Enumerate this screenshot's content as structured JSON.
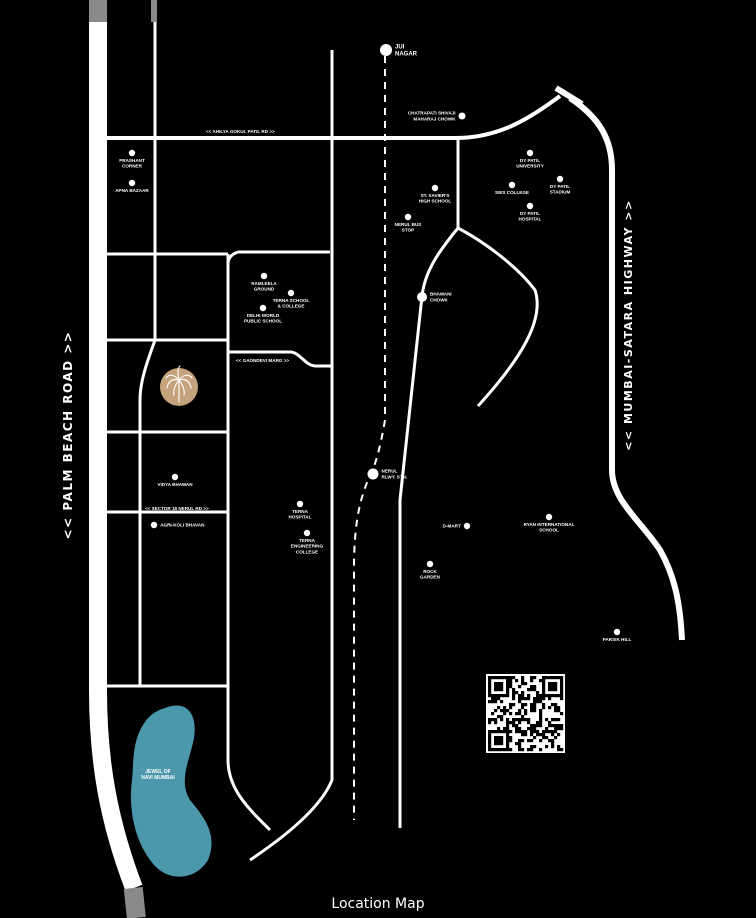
{
  "caption": "Location Map",
  "colors": {
    "background": "#000000",
    "road": "#ffffff",
    "lake": "#4b97ab",
    "marker": "#c4a27c"
  },
  "highways": {
    "left": "<< PALM BEACH ROAD >>",
    "right": "<< MUMBAI-SATARA HIGHWAY >>"
  },
  "road_labels": {
    "ahilya": "<< AHILYA GOKUL PATIL RD >>",
    "sector18": "<< SECTOR 18 NERUL RD >>",
    "gaondevi": "<< GAONDEVI MARG >>"
  },
  "lake": {
    "line1": "JEWEL OF",
    "line2": "NAVI MUMBAI"
  },
  "pois": {
    "jui_nagar": [
      "JUI",
      "NAGAR"
    ],
    "chatrapati": [
      "CHATRAPATI SHIVAJI",
      "MAHARAJ CHOWK"
    ],
    "prashant": [
      "PRASHANT",
      "CORNER"
    ],
    "apna": [
      "APNA BAZAAR"
    ],
    "dypu": [
      "DY PATIL",
      "UNIVERSITY"
    ],
    "sies": [
      "SIES COLLEGE"
    ],
    "dyps": [
      "DY PATIL",
      "STADIUM"
    ],
    "dyph": [
      "DY PATIL",
      "HOSPITAL"
    ],
    "xavier": [
      "ST. XAVIER'S",
      "HIGH SCHOOL"
    ],
    "nerul_bus": [
      "NERUL BUS",
      "STOP"
    ],
    "ramleela": [
      "RAMLEELA",
      "GROUND"
    ],
    "terna_school": [
      "TERNA SCHOOL",
      "& COLLEGE"
    ],
    "dps": [
      "DELHI WORLD",
      "PUBLIC SCHOOL"
    ],
    "bhawani": [
      "BHAWANI",
      "CHOWK"
    ],
    "nerul_stn": [
      "NERUL",
      "RLWY. STN."
    ],
    "vidya": [
      "VIDYA BHAWAN"
    ],
    "agri": [
      "AGRI-KOLI BHAVAN"
    ],
    "terna_hosp": [
      "TERNA",
      "HOSPITAL"
    ],
    "terna_eng": [
      "TERNA",
      "ENGINEERING",
      "COLLEGE"
    ],
    "dmart": [
      "D-MART"
    ],
    "ryan": [
      "RYAN INTERNATIONAL",
      "SCHOOL"
    ],
    "rock": [
      "ROCK",
      "GARDEN"
    ],
    "parsik": [
      "PARSIK HILL"
    ]
  }
}
